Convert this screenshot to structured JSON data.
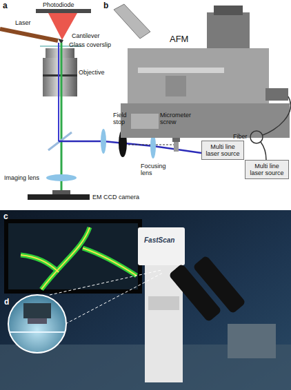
{
  "diagram": {
    "nodes": [
      {
        "text": [
          "Multi line laser source"
        ]
      },
      {
        "text": [
          "Multi line laser source"
        ]
      }
    ],
    "labels": [
      "a",
      "Photodiode",
      "Laser",
      "Cantilever",
      "Glass coverslip",
      "Objective",
      "Field stop",
      "Micrometer screw",
      "Focusing lens",
      "Imaging lens",
      "EM CCD camera",
      "b",
      "AFM",
      "Fiber",
      "c",
      "FastScan",
      "d"
    ]
  }
}
